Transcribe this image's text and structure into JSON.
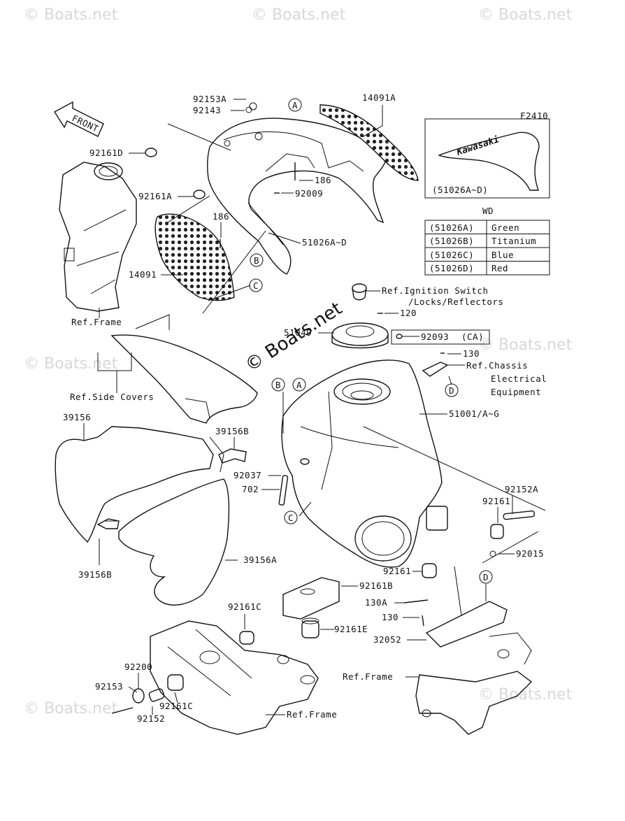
{
  "diagram": {
    "figure_code": "F2410",
    "front_arrow_label": "FRONT",
    "center_watermark": "© Boats.net",
    "faint_watermark": "© Boats.net",
    "inset_logo": "Kawasaki",
    "inset_label": "(51026A~D)",
    "circle_markers": [
      "A",
      "B",
      "C",
      "D"
    ],
    "wd_table": {
      "title": "WD",
      "rows": [
        {
          "code": "(51026A)",
          "color": "Green"
        },
        {
          "code": "(51026B)",
          "color": "Titanium"
        },
        {
          "code": "(51026C)",
          "color": "Blue"
        },
        {
          "code": "(51026D)",
          "color": "Red"
        }
      ]
    },
    "ca_box": {
      "part": "92093",
      "note": "(CA)"
    },
    "labels": {
      "p92153A": "92153A",
      "p92143": "92143",
      "p14091A": "14091A",
      "p92161D": "92161D",
      "p186a": "186",
      "p92009": "92009",
      "p92161A": "92161A",
      "p186b": "186",
      "p51026AD": "51026A~D",
      "p14091": "14091",
      "refframe1": "Ref.Frame",
      "refignition1": "Ref.Ignition Switch",
      "refignition2": "/Locks/Reflectors",
      "p120": "120",
      "p51049": "51049",
      "p130a": "130",
      "refchassis1": "Ref.Chassis",
      "refchassis2": "Electrical",
      "refchassis3": "Equipment",
      "refsidecovers": "Ref.Side Covers",
      "p51001": "51001/A~G",
      "p39156": "39156",
      "p39156B_top": "39156B",
      "p92037": "92037",
      "p702": "702",
      "p92152A": "92152A",
      "p92161a": "92161",
      "p92015": "92015",
      "p39156B_bot": "39156B",
      "p39156A": "39156A",
      "p92161b": "92161",
      "p92161B": "92161B",
      "p92161C_top": "92161C",
      "p130A": "130A",
      "p130b": "130",
      "p92161E": "92161E",
      "p32052": "32052",
      "p92200": "92200",
      "p92153": "92153",
      "refframe2": "Ref.Frame",
      "refframe3": "Ref.Frame",
      "p92152": "92152",
      "p92161C_bot": "92161C"
    }
  }
}
